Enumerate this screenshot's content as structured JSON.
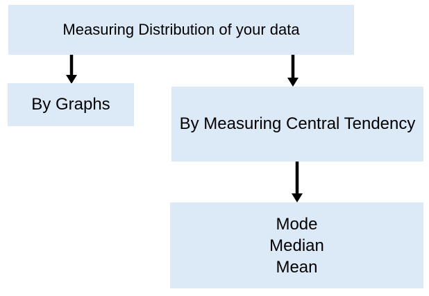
{
  "diagram": {
    "title_box": {
      "label": "Measuring Distribution of your data"
    },
    "graphs_box": {
      "label": "By Graphs"
    },
    "central_box": {
      "label": "By Measuring Central Tendency"
    },
    "modes_box": {
      "lines": [
        "Mode",
        "Median",
        "Mean"
      ]
    },
    "arrows": [
      {
        "name": "title-to-graphs"
      },
      {
        "name": "title-to-central"
      },
      {
        "name": "central-to-modes"
      }
    ],
    "colors": {
      "box_fill": "#dce9f6",
      "text": "#000000",
      "arrow": "#000000",
      "background": "#ffffff"
    }
  }
}
